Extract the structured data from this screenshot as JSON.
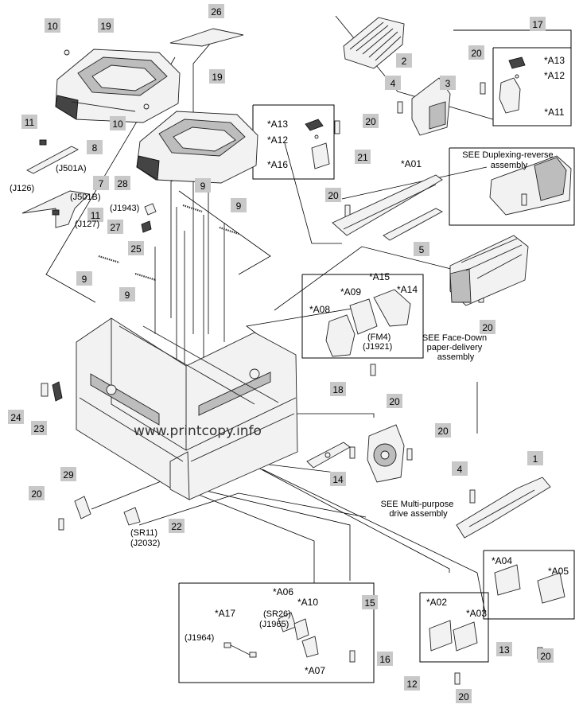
{
  "callouts": {
    "c10a": "10",
    "c19a": "19",
    "c26": "26",
    "c2": "2",
    "c17": "17",
    "c20a": "20",
    "c4a": "4",
    "c3": "3",
    "c19b": "19",
    "c10b": "10",
    "c11a": "11",
    "c8": "8",
    "c20b": "20",
    "c21": "21",
    "c7": "7",
    "c28": "28",
    "c9a": "9",
    "c9b": "9",
    "c11b": "11",
    "c27": "27",
    "c25": "25",
    "c20c": "20",
    "c5": "5",
    "c9c": "9",
    "c9d": "9",
    "c20d": "20",
    "c18": "18",
    "c20e": "20",
    "c24": "24",
    "c23": "23",
    "c20f": "20",
    "c4b": "4",
    "c1": "1",
    "c14": "14",
    "c29": "29",
    "c20g": "20",
    "c22": "22",
    "c15": "15",
    "c16": "16",
    "c12": "12",
    "c13": "13",
    "c20h": "20",
    "c20i": "20"
  },
  "refs": {
    "A13a": "*A13",
    "A12a": "*A12",
    "A11": "*A11",
    "A13b": "*A13",
    "A12b": "*A12",
    "A16": "*A16",
    "A01": "*A01",
    "A15": "*A15",
    "A09": "*A09",
    "A14": "*A14",
    "A08": "*A08",
    "A06": "*A06",
    "A10": "*A10",
    "A17": "*A17",
    "A07": "*A07",
    "A02": "*A02",
    "A03": "*A03",
    "A04": "*A04",
    "A05": "*A05"
  },
  "connectors": {
    "j501a": "(J501A)",
    "j126": "(J126)",
    "j501b": "(J501B)",
    "j127": "(J127)",
    "j1943": "(J1943)",
    "fm4": "(FM4)",
    "j1921": "(J1921)",
    "sr11": "(SR11)",
    "j2032": "(J2032)",
    "sr26": "(SR26)",
    "j1965": "(J1965)",
    "j1964": "(J1964)"
  },
  "notes": {
    "duplex": [
      "SEE Duplexing-reverse",
      "assembly"
    ],
    "facedown": [
      "SEE Face-Down",
      "paper-delivery",
      "assembly"
    ],
    "multipurpose": [
      "SEE Multi-purpose",
      "drive assembly"
    ]
  },
  "watermark": "www.printcopy.info"
}
